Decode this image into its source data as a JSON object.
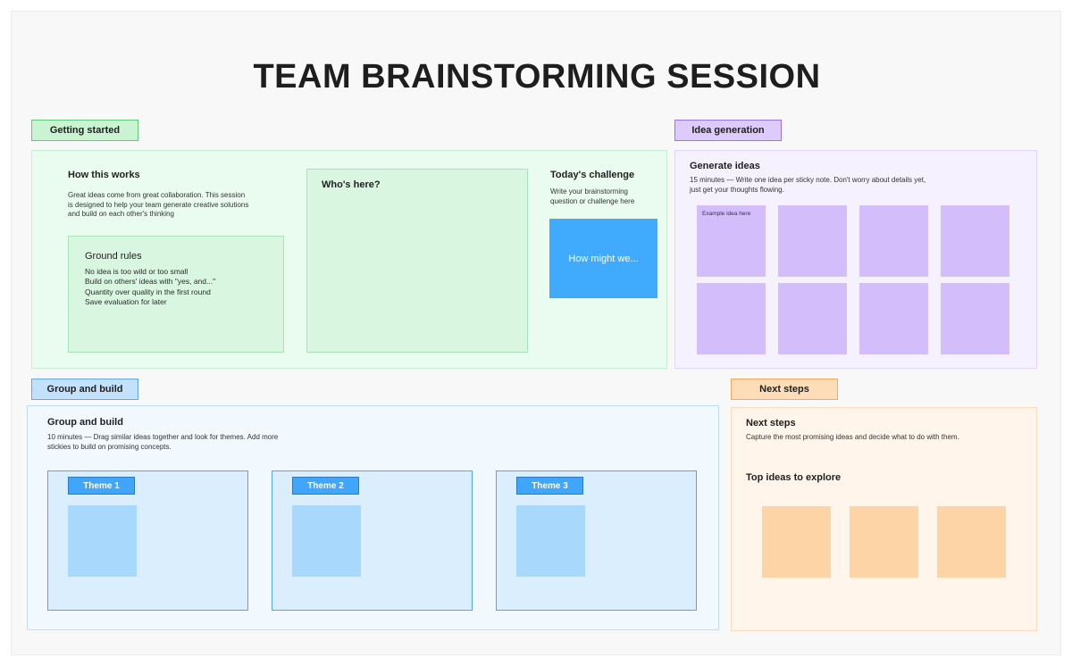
{
  "board": {
    "title": "TEAM BRAINSTORMING SESSION"
  },
  "sections": {
    "getting_started": {
      "tag": "Getting started",
      "how_title": "How this works",
      "how_text": "Great ideas come from great collaboration. This session is designed to help your team generate creative solutions and build on each other's thinking",
      "rules_title": "Ground rules",
      "rules": [
        "No idea is too wild or too small",
        "Build on others' ideas with \"yes, and...\"",
        "Quantity over quality in the first round",
        "Save evaluation for later"
      ],
      "who_title": "Who's here?",
      "challenge_title": "Today's challenge",
      "challenge_text": "Write your brainstorming question or challenge here",
      "challenge_sticky": "How might we..."
    },
    "idea_generation": {
      "tag": "Idea generation",
      "title": "Generate ideas",
      "text": "15 minutes — Write one idea per sticky note. Don't worry about details yet, just get your thoughts flowing.",
      "first_sticky": "Example idea here"
    },
    "group_and_build": {
      "tag": "Group and build",
      "title": "Group and build",
      "text": "10 minutes — Drag similar ideas together and look for themes. Add more stickies to build on promising concepts.",
      "themes": [
        "Theme 1",
        "Theme 2",
        "Theme 3"
      ]
    },
    "next_steps": {
      "tag": "Next steps",
      "title": "Next steps",
      "text": "Capture the most promising ideas and decide what to do with them.",
      "top_ideas_title": "Top ideas to explore"
    }
  },
  "colors": {
    "green": "#c9f3d1",
    "purple": "#d4bdfb",
    "blue": "#40abfd",
    "orange": "#fdd4a6"
  }
}
